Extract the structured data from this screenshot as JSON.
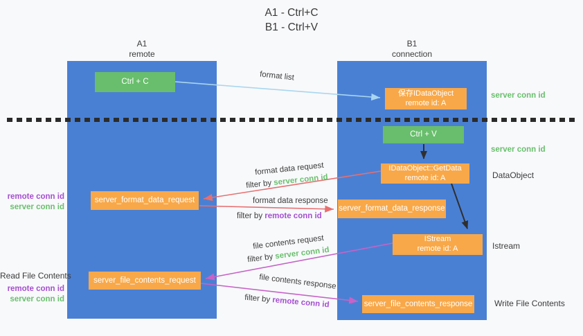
{
  "title": {
    "line1": "A1 - Ctrl+C",
    "line2": "B1 - Ctrl+V"
  },
  "lanes": {
    "left": {
      "name": "A1",
      "role": "remote"
    },
    "right": {
      "name": "B1",
      "role": "connection"
    }
  },
  "nodes": {
    "ctrl_c": {
      "label": "Ctrl + C"
    },
    "save_dataobject": {
      "line1": "保存IDataObject",
      "line2": "remote id: A"
    },
    "ctrl_v": {
      "label": "Ctrl + V"
    },
    "getdata": {
      "line1": "IDataObject::GetData",
      "line2": "remote id: A"
    },
    "format_request": {
      "label": "server_format_data_request"
    },
    "format_response": {
      "label": "server_format_data_response"
    },
    "istream": {
      "line1": "IStream",
      "line2": "remote id: A"
    },
    "file_request": {
      "label": "server_file_contents_request"
    },
    "file_response": {
      "label": "server_file_contents_response"
    }
  },
  "arrows": {
    "format_list": {
      "label": "format list"
    },
    "format_data_request": {
      "label": "format data request",
      "filter_prefix": "filter by ",
      "filter_key": "server conn id"
    },
    "format_data_response": {
      "label": "format data response",
      "filter_prefix": "filter by ",
      "filter_key": "remote conn id"
    },
    "file_contents_request": {
      "label": "file contents request",
      "filter_prefix": "filter by ",
      "filter_key": "server conn id"
    },
    "file_contents_response": {
      "label": "file contents response",
      "filter_prefix": "filter by ",
      "filter_key": "remote conn id"
    }
  },
  "side_labels": {
    "right_server_conn_top": "server conn id",
    "right_server_conn_mid": "server conn id",
    "dataobject": "DataObject",
    "istream": "Istream",
    "write_file": "Write File Contents",
    "left_remote_conn_1": "remote conn id",
    "left_server_conn_1": "server conn id",
    "read_file": "Read File Contents",
    "left_remote_conn_2": "remote conn id",
    "left_server_conn_2": "server conn id"
  },
  "colors": {
    "lane_blue": "#4a80d4",
    "box_green": "#68be6c",
    "box_orange": "#f8a849",
    "arrow_blue": "#a9d6ef",
    "arrow_red": "#e86f6f",
    "arrow_magenta": "#c763c7",
    "arrow_black": "#2f2f2f",
    "text_green": "#6abf6e",
    "text_purple": "#a54fd0"
  }
}
